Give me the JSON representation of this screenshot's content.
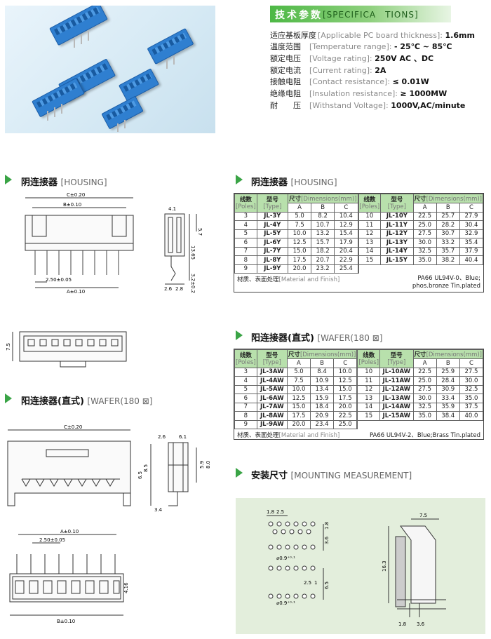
{
  "spec": {
    "title_cn": "技术参数",
    "title_en": "[SPECIFICA　TIONS]",
    "rows": [
      {
        "cn": "适应基板厚度",
        "en": "[Applicable PC board thickness]:",
        "val": "1.6mm"
      },
      {
        "cn": "温度范围",
        "en": "[Temperature range]:",
        "val": "- 25℃ ~ 85℃"
      },
      {
        "cn": "额定电压",
        "en": "[Voltage rating]:",
        "val": "250V AC 、DC"
      },
      {
        "cn": "额定电流",
        "en": "[Current rating]:",
        "val": "2A"
      },
      {
        "cn": "接触电阻",
        "en": "[Contact resistance]:",
        "val": "≤ 0.01W"
      },
      {
        "cn": "绝缘电阻",
        "en": "[Insulation resistance]:",
        "val": "≥ 1000MW"
      },
      {
        "cn": "耐　　压",
        "en": "[Withstand Voltage]:",
        "val": "1000V,AC/minute"
      }
    ]
  },
  "sections": {
    "housing_left": {
      "cn": "阴连接器",
      "en": "[HOUSING]"
    },
    "wafer_left": {
      "cn": "阳连接器(直式)",
      "en": "[WAFER(180 ⊠]"
    },
    "housing_right": {
      "cn": "阴连接器",
      "en": "[HOUSING]"
    },
    "wafer_right": {
      "cn": "阳连接器(直式)",
      "en": "[WAFER(180 ⊠]"
    },
    "mounting": {
      "cn": "安装尺寸",
      "en": "[MOUNTING MEASUREMENT]"
    }
  },
  "dims": {
    "housing": {
      "c": "C±0.20",
      "b": "B±0.10",
      "a": "A±0.10",
      "pitch": "2.50±0.05",
      "h1": "5.7",
      "h2": "13.65",
      "h3": "3.2±0.2",
      "w1": "4.1",
      "w2": "2.6",
      "w3": "2.8",
      "side": "7.5"
    },
    "wafer": {
      "c": "C±0.20",
      "a": "A±0.10",
      "b": "B±0.10",
      "pitch": "2.50±0.05",
      "h1": "6.5",
      "h2": "8.5",
      "h3": "5.9",
      "h4": "8.0",
      "w1": "2.6",
      "w2": "6.1",
      "w3": "3.4",
      "h5": "4.16"
    },
    "mount": {
      "a": "1.8",
      "b": "2.5",
      "c": "1.8",
      "d": "3.6",
      "e": "⌀0.9⁺⁰·¹",
      "f": "2.5",
      "g": "1",
      "h": "6.5",
      "i": "⌀0.9⁺⁰·¹",
      "j": "7.5",
      "k": "16.3",
      "l": "1.8",
      "m": "3.6"
    }
  },
  "housing_table": {
    "headers": {
      "poles_cn": "线数",
      "poles_en": "[Poles]",
      "type_cn": "型号",
      "type_en": "[Type]",
      "dim_cn": "尺寸",
      "dim_en": "[Dimensions(mm)]"
    },
    "abc": [
      "A",
      "B",
      "C"
    ],
    "left": [
      [
        "3",
        "JL-3Y",
        "5.0",
        "8.2",
        "10.4"
      ],
      [
        "4",
        "JL-4Y",
        "7.5",
        "10.7",
        "12.9"
      ],
      [
        "5",
        "JL-5Y",
        "10.0",
        "13.2",
        "15.4"
      ],
      [
        "6",
        "JL-6Y",
        "12.5",
        "15.7",
        "17.9"
      ],
      [
        "7",
        "JL-7Y",
        "15.0",
        "18.2",
        "20.4"
      ],
      [
        "8",
        "JL-8Y",
        "17.5",
        "20.7",
        "22.9"
      ],
      [
        "9",
        "JL-9Y",
        "20.0",
        "23.2",
        "25.4"
      ]
    ],
    "right": [
      [
        "10",
        "JL-10Y",
        "22.5",
        "25.7",
        "27.9"
      ],
      [
        "11",
        "JL-11Y",
        "25.0",
        "28.2",
        "30.4"
      ],
      [
        "12",
        "JL-12Y",
        "27.5",
        "30.7",
        "32.9"
      ],
      [
        "13",
        "JL-13Y",
        "30.0",
        "33.2",
        "35.4"
      ],
      [
        "14",
        "JL-14Y",
        "32.5",
        "35.7",
        "37.9"
      ],
      [
        "15",
        "JL-15Y",
        "35.0",
        "38.2",
        "40.4"
      ]
    ],
    "material_cn": "材质、表面处理",
    "material_en": "[Material and Finish]",
    "material_val1": "PA66 UL94V-0、Blue;",
    "material_val2": "phos.bronze Tin.plated"
  },
  "wafer_table": {
    "headers": {
      "poles_cn": "线数",
      "poles_en": "[Poles]",
      "type_cn": "型号",
      "type_en": "[Type]",
      "dim_cn": "尺寸",
      "dim_en": "[Dimensions(mm)]"
    },
    "abc": [
      "A",
      "B",
      "C"
    ],
    "left": [
      [
        "3",
        "JL-3AW",
        "5.0",
        "8.4",
        "10.0"
      ],
      [
        "4",
        "JL-4AW",
        "7.5",
        "10.9",
        "12.5"
      ],
      [
        "5",
        "JL-5AW",
        "10.0",
        "13.4",
        "15.0"
      ],
      [
        "6",
        "JL-6AW",
        "12.5",
        "15.9",
        "17.5"
      ],
      [
        "7",
        "JL-7AW",
        "15.0",
        "18.4",
        "20.0"
      ],
      [
        "8",
        "JL-8AW",
        "17.5",
        "20.9",
        "22.5"
      ],
      [
        "9",
        "JL-9AW",
        "20.0",
        "23.4",
        "25.0"
      ]
    ],
    "right": [
      [
        "10",
        "JL-10AW",
        "22.5",
        "25.9",
        "27.5"
      ],
      [
        "11",
        "JL-11AW",
        "25.0",
        "28.4",
        "30.0"
      ],
      [
        "12",
        "JL-12AW",
        "27.5",
        "30.9",
        "32.5"
      ],
      [
        "13",
        "JL-13AW",
        "30.0",
        "33.4",
        "35.0"
      ],
      [
        "14",
        "JL-14AW",
        "32.5",
        "35.9",
        "37.5"
      ],
      [
        "15",
        "JL-15AW",
        "35.0",
        "38.4",
        "40.0"
      ]
    ],
    "material_cn": "材质、表面处理",
    "material_en": "[Material and Finish]",
    "material_val1": "PA66 UL94V-2、Blue;Brass Tin.plated"
  },
  "colors": {
    "accent": "#3aa446",
    "header_bg": "#b8e0ac",
    "mount_bg": "#e3eedc",
    "connector_blue": "#2f7fd0"
  }
}
